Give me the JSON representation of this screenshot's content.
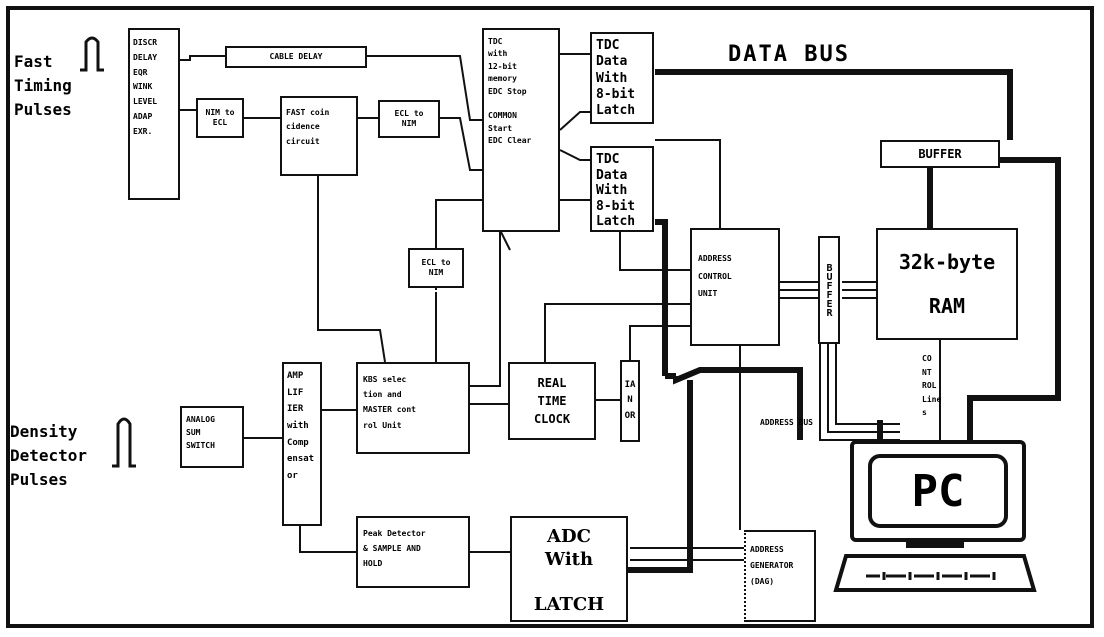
{
  "title": "DATA BUS",
  "inputs": {
    "fast": "Fast\nTiming\nPulses",
    "density": "Density\nDetector\nPulses"
  },
  "blocks": {
    "disc": "DISCR\nDELAY\nEQR\nWINK\nLEVEL\nADAP\nEXR.",
    "nim_ecl": "NIM to\nECL",
    "cable_delay": "CABLE DELAY",
    "fast_coinc": "FAST coin\ncidence\ncircuit",
    "ecl_nim1": "ECL to\nNIM",
    "ecl_nim2": "ECL to\nNIM",
    "tdc": "TDC\nwith\n12-bit\nmemory\nEDC Stop\n\nCOMMON\nStart\nEDC Clear",
    "tdc_latch1": "TDC\nData\nWith\n8-bit\nLatch",
    "tdc_latch2": "TDC\nData\nWith\n8-bit\nLatch",
    "buffer_top": "BUFFER",
    "buffer_vert": "BUFFER",
    "ram": "32k-byte\n\nRAM",
    "address_ctrl": "ADDRESS\nCONTROL\nUNIT",
    "analog": "ANALOG\nSUM\nSWITCH",
    "amp": "AMP\nLIF\nIER\nwith\nComp\nensat\nor",
    "kbs": "KBS selec\ntion and\nMASTER cont\nrol Unit",
    "rtc": "REAL\nTIME\nCLOCK",
    "ian": "IA\nN\nOR",
    "peak": "Peak Detector\n& SAMPLE AND\nHOLD",
    "adc": "ADC\nWith\n\nLATCH",
    "addr_gen": "ADDRESS\nGENERATOR\n(DAG)",
    "address_bus": "ADDRESS BUS",
    "control_lines": "CO\nNT\nROL\nLine\ns",
    "pc": "PC"
  }
}
